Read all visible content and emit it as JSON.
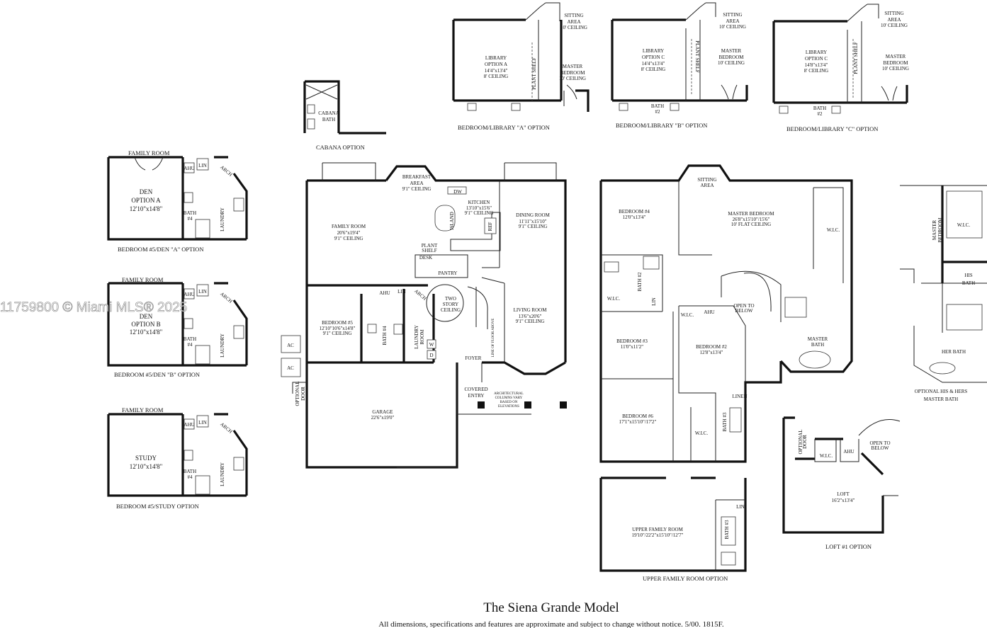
{
  "watermark": "11759800 © Miami MLS® 2025",
  "title": "The Siena Grande Model",
  "disclaimer": "All dimensions, specifications and features are approximate and subject to change without notice. 5/00. 1815F.",
  "top_options": [
    {
      "caption": "BEDROOM/LIBRARY \"A\" OPTION",
      "library": [
        "LIBRARY",
        "OPTION A",
        "14'4\"x13'4\"",
        "8' CEILING"
      ],
      "plant": "PLANT SHELF",
      "master": [
        "MASTER",
        "BEDROOM",
        "10' CEILING"
      ],
      "sitting": [
        "SITTING",
        "AREA",
        "10' CEILING"
      ]
    },
    {
      "caption": "BEDROOM/LIBRARY \"B\" OPTION",
      "library": [
        "LIBRARY",
        "OPTION C",
        "14'4\"x13'4\"",
        "8' CEILING"
      ],
      "plant": "PLANT SHELF",
      "bath": [
        "BATH",
        "#2"
      ],
      "master": [
        "MASTER",
        "BEDROOM",
        "10' CEILING"
      ],
      "sitting": [
        "SITTING",
        "AREA",
        "10' CEILING"
      ]
    },
    {
      "caption": "BEDROOM/LIBRARY \"C\" OPTION",
      "library": [
        "LIBRARY",
        "OPTION C",
        "14'8\"x13'4\"",
        "8' CEILING"
      ],
      "plant": "PLANT SHELF",
      "bath": [
        "BATH",
        "#2"
      ],
      "master": [
        "MASTER",
        "BEDROOM",
        "10' CEILING"
      ],
      "sitting": [
        "SITTING",
        "AREA",
        "10' CEILING"
      ]
    }
  ],
  "cabana": {
    "caption": "CABANA OPTION",
    "bath": [
      "CABANA",
      "BATH"
    ]
  },
  "den_options": [
    {
      "family": "FAMILY ROOM",
      "room": [
        "DEN",
        "OPTION A",
        "12'10\"x14'8\""
      ],
      "caption": "BEDROOM #5/DEN \"A\" OPTION",
      "ahu": "AHU",
      "lin": "LIN",
      "arch": "ARCH",
      "bath": [
        "BATH",
        "#4"
      ],
      "laundry": "LAUNDRY"
    },
    {
      "family": "FAMILY ROOM",
      "room": [
        "DEN",
        "OPTION B",
        "12'10\"x14'8\""
      ],
      "caption": "BEDROOM #5/DEN \"B\" OPTION",
      "ahu": "AHU",
      "lin": "LIN",
      "arch": "ARCH",
      "bath": [
        "BATH",
        "#4"
      ],
      "laundry": "LAUNDRY"
    },
    {
      "family": "FAMILY ROOM",
      "room": [
        "STUDY",
        "12'10\"x14'8\""
      ],
      "caption": "BEDROOM #5/STUDY OPTION",
      "ahu": "AHU",
      "lin": "LIN",
      "arch": "ARCH",
      "bath": [
        "BATH",
        "#4"
      ],
      "laundry": "LAUNDRY"
    }
  ],
  "first_floor": {
    "breakfast": [
      "BREAKFAST",
      "AREA",
      "9'1\" CEILING"
    ],
    "kitchen": [
      "KITCHEN",
      "13'10\"x15'6\"",
      "9'1\" CEILING"
    ],
    "family": [
      "FAMILY ROOM",
      "20'6\"x19'4\"",
      "9'1\" CEILING"
    ],
    "dining": [
      "DINING ROOM",
      "11'11\"x15'10\"",
      "9'1\" CEILING"
    ],
    "island": "ISLAND",
    "ref": "REF",
    "dw": "DW",
    "plant": [
      "PLANT",
      "SHELF"
    ],
    "desk": "DESK",
    "pantry": "PANTRY",
    "two_story": [
      "TWO",
      "STORY",
      "CEILING"
    ],
    "living": [
      "LIVING ROOM",
      "13'6\"x20'6\"",
      "9'1\" CEILING"
    ],
    "bedroom5": [
      "BEDROOM #5",
      "12'10\"10'6\"x14'8\"",
      "9'1\" CEILING"
    ],
    "bath4": "BATH #4",
    "laundry": [
      "LAUNDRY",
      "ROOM"
    ],
    "ahu": "AHU",
    "lin": "LIN",
    "arch": "ARCH",
    "w": "W",
    "d": "D",
    "foyer": "FOYER",
    "covered": [
      "COVERED",
      "ENTRY"
    ],
    "columns": [
      "ARCHITECTURAL",
      "COLUMNS VARY",
      "BASED ON",
      "ELEVATIONS"
    ],
    "garage": [
      "GARAGE",
      "22'6\"x19'0\""
    ],
    "ac": [
      "AC",
      "AC"
    ],
    "optional_door": [
      "OPTIONAL",
      "DOOR"
    ],
    "stair_note": "LINE OF FLOOR ABOVE"
  },
  "second_floor": {
    "sitting": [
      "SITTING",
      "AREA"
    ],
    "master": [
      "MASTER BEDROOM",
      "26'8\"x15'10\"/15'6\"",
      "10' FLAT CEILING"
    ],
    "bedroom4": [
      "BEDROOM #4",
      "12'0\"x13'4\""
    ],
    "wic": "W.I.C.",
    "bath2": "BATH #2",
    "lin": "LIN",
    "open_below": [
      "OPEN TO",
      "BELOW"
    ],
    "bedroom3": [
      "BEDROOM #3",
      "11'0\"x11'2\""
    ],
    "bedroom2": [
      "BEDROOM #2",
      "12'8\"x13'4\""
    ],
    "ahu": "AHU",
    "master_bath": [
      "MASTER",
      "BATH"
    ],
    "bedroom6": [
      "BEDROOM #6",
      "17'1\"x15'10\"/17'2\""
    ],
    "bath3": "BATH #3",
    "linen": "LINEN"
  },
  "upper_family": {
    "room": [
      "UPPER FAMILY ROOM",
      "19'10\"/22'2\"x15'10\"/12'7\""
    ],
    "bath": "BATH #3",
    "lin": "LIN",
    "caption": "UPPER FAMILY ROOM OPTION"
  },
  "his_hers": {
    "master": [
      "MASTER",
      "BEDROOM"
    ],
    "wic": "W.I.C.",
    "his": [
      "HIS",
      "BATH"
    ],
    "her": "HER BATH",
    "caption": [
      "OPTIONAL HIS & HERS",
      "MASTER BATH"
    ]
  },
  "loft": {
    "room": [
      "LOFT",
      "16'2\"x13'4\""
    ],
    "wic": "W.I.C.",
    "ahu": "AHU",
    "open": [
      "OPEN TO",
      "BELOW"
    ],
    "door": [
      "OPTIONAL",
      "DOOR"
    ],
    "caption": "LOFT #1 OPTION"
  }
}
